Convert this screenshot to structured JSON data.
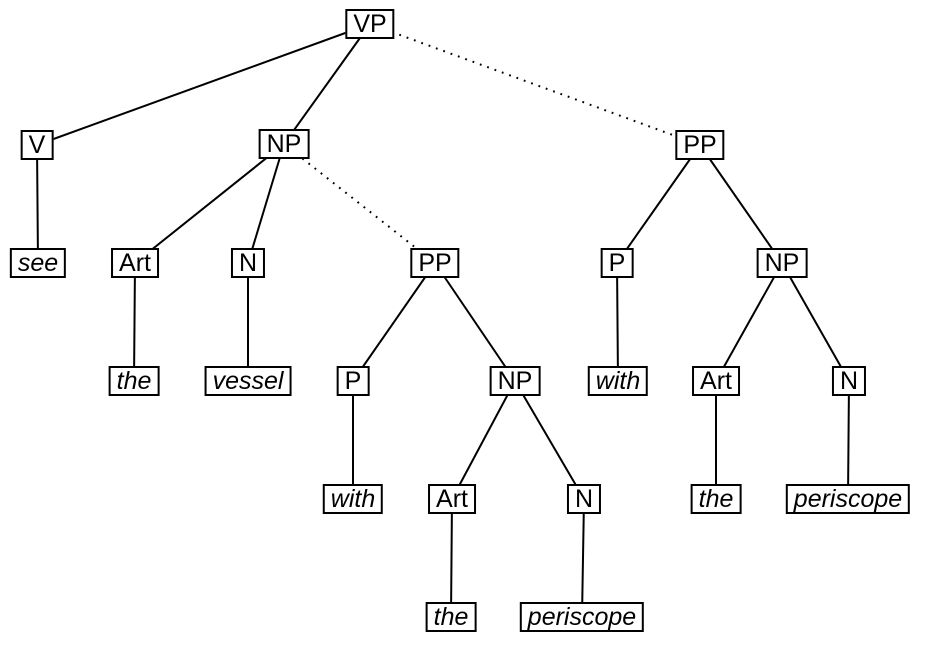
{
  "diagram": {
    "type": "syntax-tree",
    "description_visible_text_only": true,
    "colors": {
      "background": "#ffffff",
      "line": "#000000",
      "box_border": "#000000",
      "box_fill": "#ffffff",
      "text": "#000000"
    }
  },
  "nodes": {
    "vp": {
      "label": "VP",
      "kind": "phrase"
    },
    "v": {
      "label": "V",
      "kind": "phrase"
    },
    "np1": {
      "label": "NP",
      "kind": "phrase"
    },
    "pp3": {
      "label": "PP",
      "kind": "phrase"
    },
    "see": {
      "label": "see",
      "kind": "word"
    },
    "art1": {
      "label": "Art",
      "kind": "phrase"
    },
    "n1": {
      "label": "N",
      "kind": "phrase"
    },
    "pp2": {
      "label": "PP",
      "kind": "phrase"
    },
    "p3": {
      "label": "P",
      "kind": "phrase"
    },
    "np3": {
      "label": "NP",
      "kind": "phrase"
    },
    "the1": {
      "label": "the",
      "kind": "word"
    },
    "vessel": {
      "label": "vessel",
      "kind": "word"
    },
    "p2": {
      "label": "P",
      "kind": "phrase"
    },
    "np2": {
      "label": "NP",
      "kind": "phrase"
    },
    "with3": {
      "label": "with",
      "kind": "word"
    },
    "art3": {
      "label": "Art",
      "kind": "phrase"
    },
    "n3": {
      "label": "N",
      "kind": "phrase"
    },
    "with2": {
      "label": "with",
      "kind": "word"
    },
    "art2": {
      "label": "Art",
      "kind": "phrase"
    },
    "n2": {
      "label": "N",
      "kind": "phrase"
    },
    "the3": {
      "label": "the",
      "kind": "word"
    },
    "periscope3": {
      "label": "periscope",
      "kind": "word"
    },
    "the2": {
      "label": "the",
      "kind": "word"
    },
    "periscope2": {
      "label": "periscope",
      "kind": "word"
    }
  },
  "edges": [
    {
      "from": "vp",
      "to": "v",
      "style": "solid"
    },
    {
      "from": "vp",
      "to": "np1",
      "style": "solid"
    },
    {
      "from": "vp",
      "to": "pp3",
      "style": "dotted"
    },
    {
      "from": "v",
      "to": "see",
      "style": "solid"
    },
    {
      "from": "np1",
      "to": "art1",
      "style": "solid"
    },
    {
      "from": "np1",
      "to": "n1",
      "style": "solid"
    },
    {
      "from": "np1",
      "to": "pp2",
      "style": "dotted"
    },
    {
      "from": "art1",
      "to": "the1",
      "style": "solid"
    },
    {
      "from": "n1",
      "to": "vessel",
      "style": "solid"
    },
    {
      "from": "pp2",
      "to": "p2",
      "style": "solid"
    },
    {
      "from": "pp2",
      "to": "np2",
      "style": "solid"
    },
    {
      "from": "p2",
      "to": "with2",
      "style": "solid"
    },
    {
      "from": "np2",
      "to": "art2",
      "style": "solid"
    },
    {
      "from": "np2",
      "to": "n2",
      "style": "solid"
    },
    {
      "from": "art2",
      "to": "the2",
      "style": "solid"
    },
    {
      "from": "n2",
      "to": "periscope2",
      "style": "solid"
    },
    {
      "from": "pp3",
      "to": "p3",
      "style": "solid"
    },
    {
      "from": "pp3",
      "to": "np3",
      "style": "solid"
    },
    {
      "from": "p3",
      "to": "with3",
      "style": "solid"
    },
    {
      "from": "np3",
      "to": "art3",
      "style": "solid"
    },
    {
      "from": "np3",
      "to": "n3",
      "style": "solid"
    },
    {
      "from": "art3",
      "to": "the3",
      "style": "solid"
    },
    {
      "from": "n3",
      "to": "periscope3",
      "style": "solid"
    }
  ]
}
